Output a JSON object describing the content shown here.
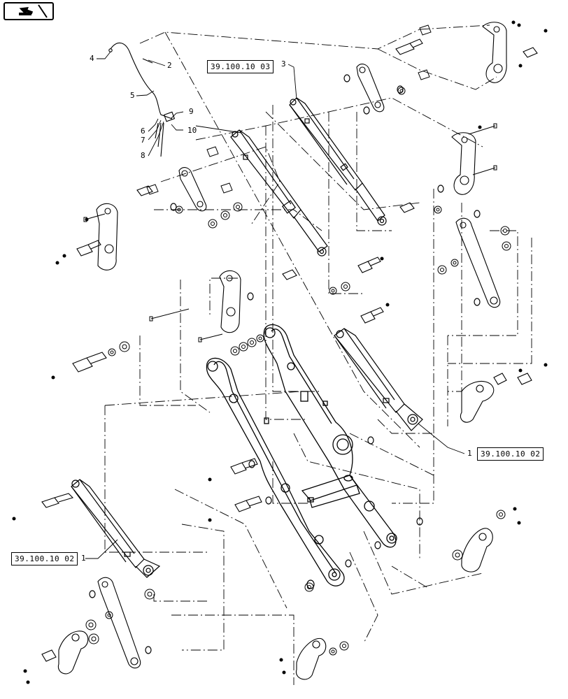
{
  "nav": {
    "icon": "arrow-back-icon"
  },
  "references": [
    {
      "id": "ref-39-100-10-03",
      "label": "39.100.10 03"
    },
    {
      "id": "ref-39-100-10-02-right",
      "label": "39.100.10 02"
    },
    {
      "id": "ref-39-100-10-02-left",
      "label": "39.100.10 02"
    }
  ],
  "callouts": {
    "c1a": "1",
    "c1b": "1",
    "c2": "2",
    "c3": "3",
    "c4": "4",
    "c5": "5",
    "c6": "6",
    "c7": "7",
    "c8": "8",
    "c9": "9",
    "c10": "10"
  },
  "colors": {
    "line": "#000000",
    "background": "#ffffff"
  }
}
